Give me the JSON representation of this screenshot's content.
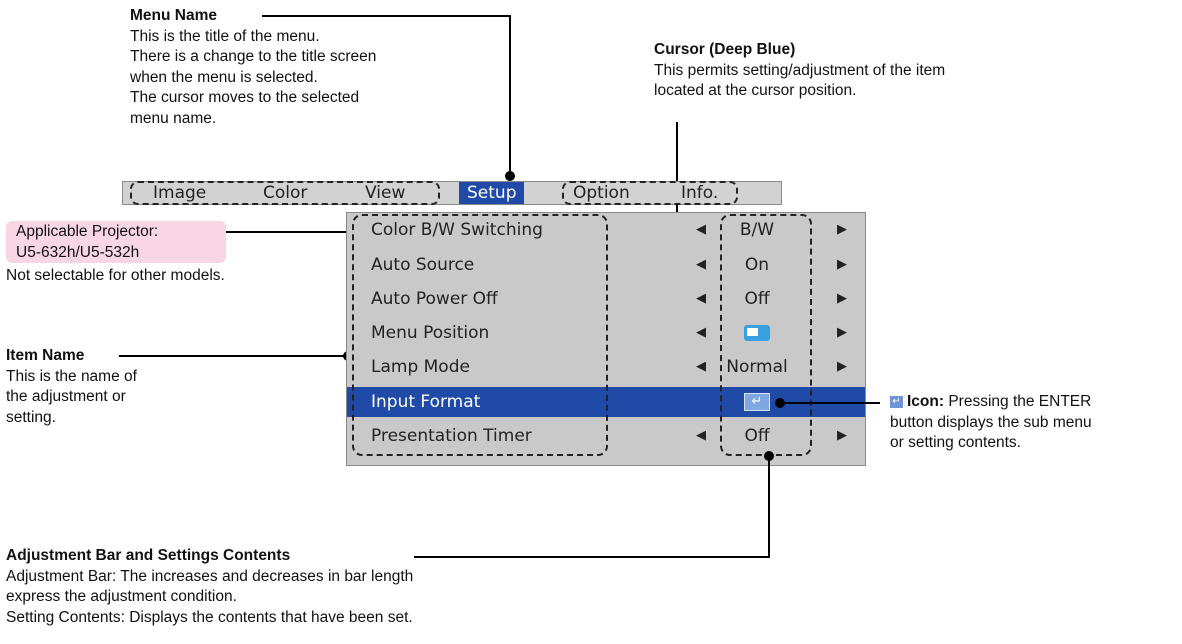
{
  "annotations": {
    "menu_name": {
      "title": "Menu Name",
      "lines": [
        "This is the title of the menu.",
        "There is a change to the title screen",
        "when the menu is selected.",
        "The cursor moves to the selected",
        "menu name."
      ]
    },
    "cursor": {
      "title": "Cursor (Deep Blue)",
      "lines": [
        "This permits setting/adjustment of the item",
        "located at the cursor position."
      ]
    },
    "applicable": {
      "lines": [
        "Applicable Projector:",
        "U5-632h/U5-532h"
      ],
      "note": "Not selectable for other models."
    },
    "item_name": {
      "title": "Item Name",
      "lines": [
        "This is the name of",
        "the adjustment or",
        "setting."
      ]
    },
    "icon": {
      "title": "Icon:",
      "lines": [
        "Pressing the ENTER",
        "button displays the sub menu",
        "or setting contents."
      ]
    },
    "adjustment": {
      "title": "Adjustment Bar and Settings Contents",
      "lines": [
        "Adjustment Bar: The increases and decreases in bar length",
        "express the adjustment condition.",
        "Setting Contents: Displays the contents that have been set."
      ]
    }
  },
  "tabs": [
    "Image",
    "Color",
    "View",
    "Setup",
    "Option",
    "Info."
  ],
  "active_tab": "Setup",
  "rows": [
    {
      "label": "Color B/W Switching",
      "value": "B/W"
    },
    {
      "label": "Auto Source",
      "value": "On"
    },
    {
      "label": "Auto Power Off",
      "value": "Off"
    },
    {
      "label": "Menu Position",
      "value": ""
    },
    {
      "label": "Lamp Mode",
      "value": "Normal"
    },
    {
      "label": "Input Format",
      "value": ""
    },
    {
      "label": "Presentation Timer",
      "value": "Off"
    }
  ],
  "glyphs": {
    "left_arrow": "◀",
    "right_arrow": "▶",
    "enter": "↵"
  },
  "colors": {
    "cursor": "#1f4aa8",
    "menu_bg": "#c9c9c9",
    "pink_box": "#f8d6e3"
  }
}
